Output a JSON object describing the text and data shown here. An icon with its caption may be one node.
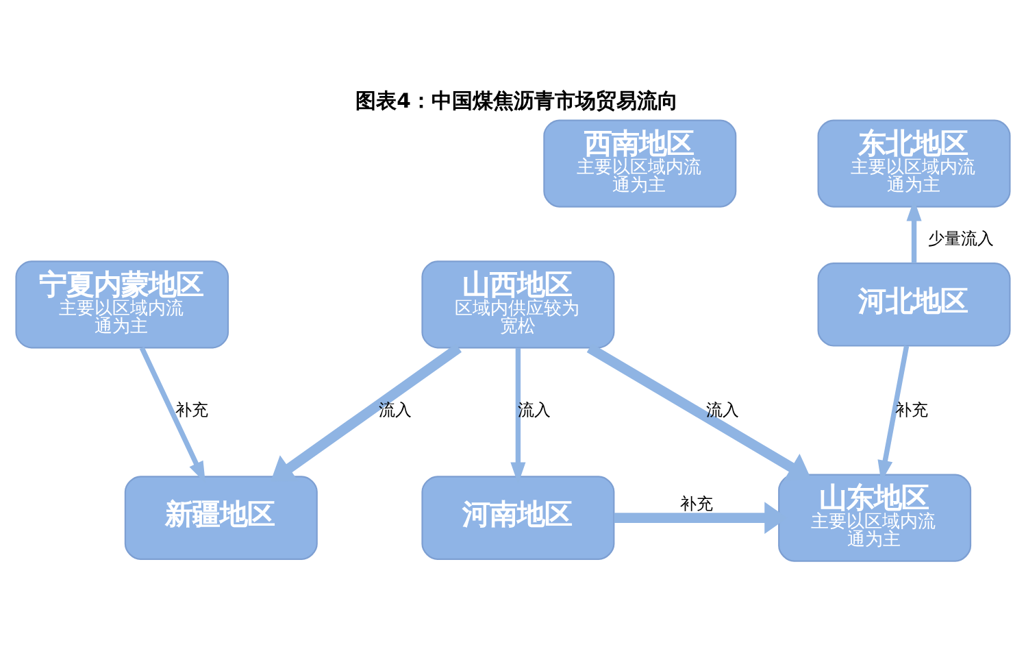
{
  "diagram": {
    "title": "图表4：中国煤焦沥青市场贸易流向",
    "nodes": [
      {
        "text": [
          "西南地区",
          "主要以区域内流通为主"
        ]
      },
      {
        "text": [
          "东北地区",
          "主要以区域内流通为主"
        ]
      },
      {
        "text": [
          "宁夏内蒙地区",
          "主要以区域内流通为主"
        ]
      },
      {
        "text": [
          "山西地区",
          "区域内供应较为宽松"
        ]
      },
      {
        "text": [
          "河北地区"
        ]
      },
      {
        "text": [
          "新疆地区"
        ]
      },
      {
        "text": [
          "河南地区"
        ]
      },
      {
        "text": [
          "山东地区",
          "主要以区域内流通为主"
        ]
      }
    ],
    "edges": [
      {
        "from": 4,
        "to": 1,
        "arrow": "to",
        "label": "少量流入"
      },
      {
        "from": 2,
        "to": 5,
        "arrow": "to",
        "label": "补充"
      },
      {
        "from": 3,
        "to": 5,
        "arrow": "to",
        "label": "流入",
        "style": "thick"
      },
      {
        "from": 3,
        "to": 6,
        "arrow": "to",
        "label": "流入"
      },
      {
        "from": 3,
        "to": 7,
        "arrow": "to",
        "label": "流入",
        "style": "thick"
      },
      {
        "from": 4,
        "to": 7,
        "arrow": "to",
        "label": "补充"
      },
      {
        "from": 6,
        "to": 7,
        "arrow": "to",
        "label": "补充",
        "style": "thick"
      }
    ]
  }
}
